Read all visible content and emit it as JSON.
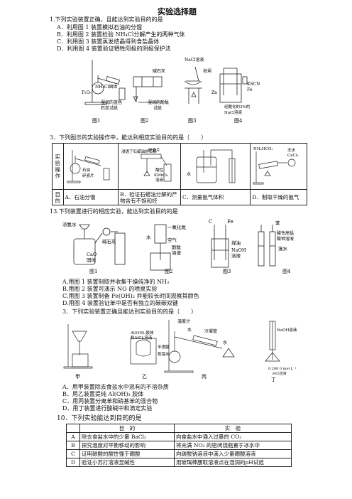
{
  "title": "实验选择题",
  "q1": {
    "stem": "1.下列实验装置正确，且能达到实验目的的是",
    "options": [
      "A．利用图 1 装置模拟石油的分馏",
      "B．利用图 2 装置检验 NH₄Cl分解产生的两种气体",
      "C．利用图 3 装置蒸发结晶得到食盐晶体",
      "D．利用图 4 装置验证牺牲阳极的阴极保护法"
    ],
    "labels": {
      "nh4cl": "NH₄Cl固体",
      "p2o5": "P₂O₅",
      "soda": "碱石灰",
      "litmus1": "湿润的蓝色",
      "litmus2": "石蕊试纸",
      "pheno1": "湿润的酚酞",
      "pheno2": "试纸",
      "nacl": "NaCl溶液",
      "crucible": "坩埚",
      "kscn": "KSCN",
      "fe": "Fe",
      "zn": "Zn",
      "acid1": "经酸化的3%的",
      "acid2": "NaCl溶液"
    },
    "figs": [
      "图1",
      "图2",
      "图3",
      "图4"
    ]
  },
  "q3a": {
    "stem": "3．下列图示的实验操作中，能达到相应实验目的的是（　　）",
    "row1_label": "实验操作",
    "row2_label": "目的",
    "labels": {
      "oil": "石油",
      "stones": "碎瓷片",
      "paraffin": "浸透了石蜡油的石棉",
      "stones2": "碎瓷片",
      "kmno4a": "酸性",
      "kmno4b": "KMnO₄",
      "kmno4c": "溶液",
      "water": "水",
      "nh4hco3": "NH₄HCO₃",
      "cacl2a": "无水",
      "cacl2b": "CaCl₂"
    },
    "purposes": [
      "A．石油分馏",
      "B．验证石蜡油分解的产物含有不饱和烃",
      "C．测量氨气体积",
      "D．制取干燥的氨气"
    ]
  },
  "q13": {
    "stem": "13.下列装置进行的相应实验，能达到实验目的的是",
    "labels": {
      "ammonia": "浓氨水",
      "soda": "碱石灰",
      "cao1": "CaO",
      "cao2": "固体",
      "no": "一氧化氮",
      "water": "水",
      "air": "空气",
      "pheno1": "酚酞",
      "pheno2": "溶液",
      "c": "C",
      "fe": "Fe",
      "kerosene": "煤油",
      "naoh1": "NaOH",
      "naoh2": "溶液",
      "benzene": "苯",
      "kmno4a": "酸性高锰",
      "kmno4b": "酸钾溶液",
      "bromine": "溴水"
    },
    "figs": [
      "图1",
      "图2",
      "图3",
      "图4"
    ],
    "options": [
      "A.用图 1 装置制取并收集干燥纯净的 NH₃",
      "B.用图 2 装置可演示 NO 的喷泉实验",
      "C.用图 3 装置制备 Fe(OH)₂ 并能较长时间观察其颜色",
      "D.用图 4 装置验证苯中是否有独立的碳碳双键"
    ]
  },
  "q3b": {
    "stem": "3．下列实验装置正确且能达到实验目的的是（　　）",
    "labels": {
      "thermo": "温度计",
      "water_in": "水",
      "condenser": "冷凝管",
      "water_out": "水",
      "agoh1": "Al(OH)₃胶体",
      "agoh2": "和AlCl₃溶液",
      "membrane": "半透膜",
      "dist": "蒸馏水",
      "naoh": "NaOH溶液",
      "hcl1": "0.200 0 mol·L⁻¹",
      "hcl2": "HCl溶液"
    },
    "figs": [
      "甲",
      "乙",
      "丙",
      "丁"
    ],
    "options": [
      "A．用甲装置除去食盐水中混有的不溶杂质",
      "B．用乙装置提纯 Al(OH)₃ 胶体",
      "C．用丙装置分离苯和硝基苯的混合物",
      "D．用丁装置进行酸碱中和滴定实验"
    ]
  },
  "q10": {
    "stem": "10．下列实验能达到目的的是",
    "headers": [
      "",
      "目　的",
      "实　验"
    ],
    "rows": [
      [
        "A",
        "除去食盐水中的少量 BaCl₂",
        "向食盐水中通入过量的 CO₂"
      ],
      [
        "B",
        "探究温度对平衡移动的影响",
        "将充满 NO₂ 的密闭烧瓶置于冰水中"
      ],
      [
        "C",
        "证明碳酸的酸性强于硼酸",
        "向碳酸钠溶液中滴入少量硼酸溶液"
      ],
      [
        "D",
        "验证小苏打溶液显碱性",
        "用玻璃棒蘸取溶液点在湿润的pH试纸"
      ]
    ]
  }
}
